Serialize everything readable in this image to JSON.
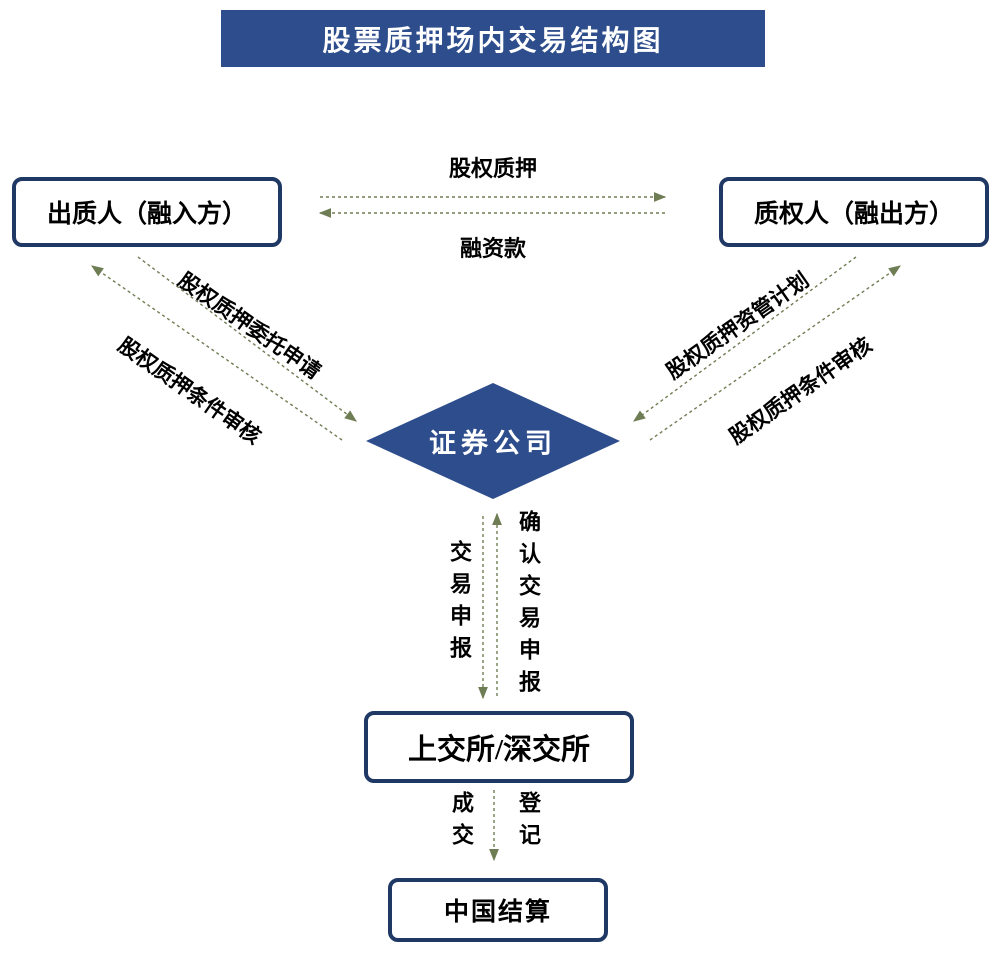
{
  "title": "股票质押场内交易结构图",
  "nodes": {
    "pledgor": {
      "label": "出质人（融入方）"
    },
    "pledgee": {
      "label": "质权人（融出方）"
    },
    "broker": {
      "label": "证券公司"
    },
    "exchange": {
      "label": "上交所/深交所"
    },
    "clearing": {
      "label": "中国结算"
    }
  },
  "edges": {
    "pledge": {
      "label": "股权质押",
      "from": "pledgor",
      "to": "pledgee"
    },
    "loan": {
      "label": "融资款",
      "from": "pledgee",
      "to": "pledgor"
    },
    "entrust_apply": {
      "label": "股权质押委托申请",
      "from": "pledgor",
      "to": "broker"
    },
    "condition_review_left": {
      "label": "股权质押条件审核",
      "from": "broker",
      "to": "pledgor"
    },
    "asset_plan": {
      "label": "股权质押资管计划",
      "from": "pledgee",
      "to": "broker"
    },
    "condition_review_right": {
      "label": "股权质押条件审核",
      "from": "broker",
      "to": "pledgee"
    },
    "trade_report": {
      "label": "交易申报",
      "from": "broker",
      "to": "exchange"
    },
    "confirm_trade_report": {
      "label": "确认交易申报",
      "from": "exchange",
      "to": "broker"
    },
    "deal": {
      "label": "成交",
      "from": "exchange",
      "to": "clearing"
    },
    "register": {
      "label": "登记",
      "from": "exchange",
      "to": "clearing"
    }
  },
  "colors": {
    "title_bg": "#2e4d8c",
    "diamond_fill": "#2e4d8c",
    "box_border": "#1f3864",
    "arrow": "#6f7d54",
    "text": "#000000",
    "inverse_text": "#ffffff",
    "background": "#ffffff"
  }
}
